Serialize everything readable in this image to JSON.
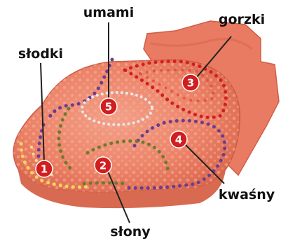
{
  "labels": {
    "umami": "umami",
    "gorzki": "gorzki",
    "slodki": "słodki",
    "kwasny": "kwaśny",
    "slony": "słony"
  },
  "markers": {
    "m1": "1",
    "m2": "2",
    "m3": "3",
    "m4": "4",
    "m5": "5"
  },
  "colors": {
    "tongue": "#e9765c",
    "tongue_light": "#f0937a",
    "tongue_shadow": "#d35f46",
    "marker": "#d11e1e",
    "bitter_dots": "#d41f1f",
    "sweet_dots": "#f3d45c",
    "salty_dots": "#6e7a2c",
    "sour_dots": "#6a3d8f",
    "umami_dots": "#e8e8e8"
  },
  "icons": [
    "numbered-circle-marker",
    "dotted-region-outline"
  ]
}
